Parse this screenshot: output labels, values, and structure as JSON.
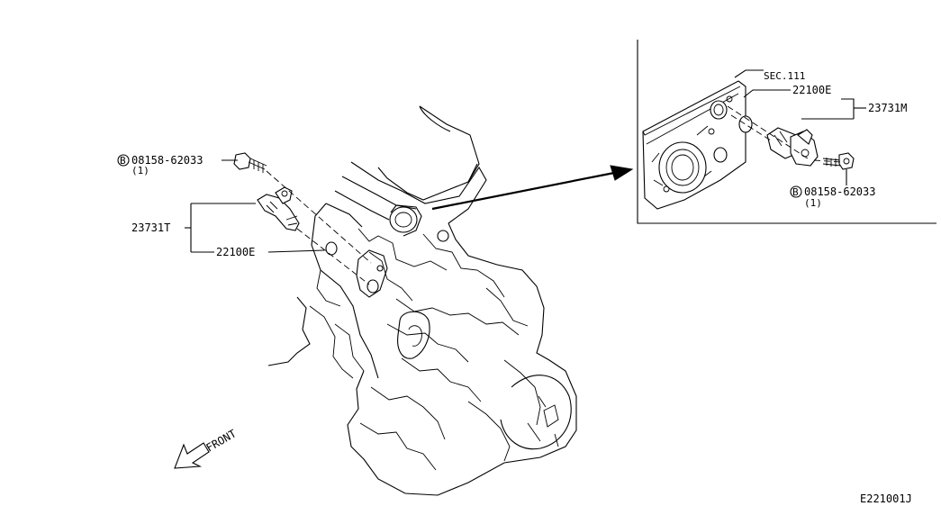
{
  "labels": {
    "bolt_part_left": "08158-62033",
    "bolt_qty_left": "(1)",
    "sensor_left": "23731T",
    "oring_left": "22100E",
    "sec": "SEC.111",
    "oring_right": "22100E",
    "sensor_right": "23731M",
    "bolt_part_right": "08158-62033",
    "bolt_qty_right": "(1)",
    "bolt_symbol": "B",
    "front": "FRONT",
    "diagram_code": "E221001J"
  }
}
